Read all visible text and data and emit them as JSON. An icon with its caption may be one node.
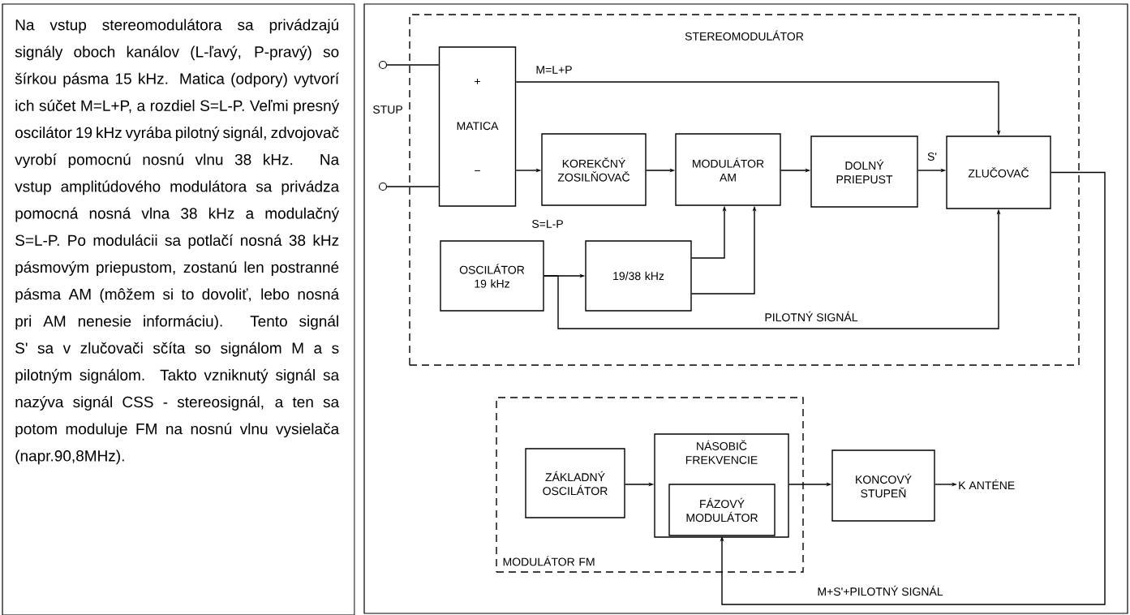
{
  "diagram": {
    "nodes": [
      {
        "text": [
          "Na vstup stereomodulátora sa privádzajú signály oboch kanálov (L-ľavý, P-pravý) so šírkou pásma 15 kHz. Matica (odpory) vytvorí ich súčet M=L+P, a rozdiel S=L-P. Veľmi presný oscilátor 19 kHz vyrába pilotný signál, zdvojovač vyrobí pomocnú nosnú vlnu 38 kHz. Na vstup amplitúdového modulátora sa privádza pomocná nosná vlna 38 kHz a modulačný S=L-P. Po modulácii sa potlačí nosná 38 kHz pásmovým priepustom, zostanú len postranné pásma AM (môžem si to dovoliť, lebo nosná pri AM nenesie informáciu). Tento signál S' sa v zlučovači sčíta so signálom M a s pilotným signálom. Takto vzniknutý signál sa nazýva signál CSS - stereosignál, a ten sa potom moduluje FM na nosnú vlnu vysielača (napr.90,8MHz)."
        ]
      },
      {
        "text": [
          "STEREOMODULÁTOR"
        ]
      },
      {
        "text": [],
        "shape": "circle"
      },
      {
        "text": [],
        "shape": "circle"
      },
      {
        "text": [
          "+",
          "MATICA",
          "−"
        ],
        "in": 1
      },
      {
        "text": [
          "KOREKČNÝ ZOSILŇOVAČ"
        ],
        "in": 1
      },
      {
        "text": [
          "MODULÁTOR AM"
        ],
        "in": 1
      },
      {
        "text": [
          "DOLNÝ PRIEPUST"
        ],
        "in": 1
      },
      {
        "text": [
          "ZLUČOVAČ"
        ],
        "in": 1
      },
      {
        "text": [
          "OSCILÁTOR 19 kHz"
        ],
        "in": 1
      },
      {
        "text": [
          "19/38 kHz"
        ],
        "in": 1
      },
      {
        "text": [
          "MODULÁTOR FM"
        ]
      },
      {
        "text": [
          "ZÁKLADNÝ OSCILÁTOR"
        ],
        "in": 11
      },
      {
        "text": [
          "NÁSOBIČ FREKVENCIE"
        ],
        "in": 11
      },
      {
        "text": [
          "FÁZOVÝ MODULÁTOR"
        ],
        "in": 13
      },
      {
        "text": [
          "KONCOVÝ STUPEŇ"
        ]
      },
      {
        "text": [
          "K ANTÉNE"
        ]
      }
    ],
    "edges": [
      {
        "from": 2,
        "to": 4,
        "arrow": "none"
      },
      {
        "from": 3,
        "to": 4,
        "arrow": "none"
      },
      {
        "from": 4,
        "to": 8,
        "arrow": "to",
        "label": "M=L+P"
      },
      {
        "from": 4,
        "to": 5,
        "arrow": "to",
        "label": "S=L-P"
      },
      {
        "from": 5,
        "to": 6,
        "arrow": "to"
      },
      {
        "from": 6,
        "to": 7,
        "arrow": "to"
      },
      {
        "from": 7,
        "to": 8,
        "arrow": "to",
        "label": "S'"
      },
      {
        "from": 9,
        "to": 10,
        "arrow": "to"
      },
      {
        "from": 10,
        "to": 6,
        "arrow": "to"
      },
      {
        "from": 10,
        "to": 6,
        "arrow": "to"
      },
      {
        "from": 9,
        "to": 8,
        "arrow": "to",
        "label": "PILOTNÝ SIGNÁL"
      },
      {
        "from": 8,
        "to": 14,
        "arrow": "to",
        "label": "M+S'+PILOTNÝ SIGNÁL"
      },
      {
        "from": 12,
        "to": 13,
        "arrow": "to"
      },
      {
        "from": 13,
        "to": 15,
        "arrow": "to"
      },
      {
        "from": 15,
        "to": 16,
        "arrow": "to"
      }
    ],
    "labels": [
      "STUP"
    ]
  }
}
